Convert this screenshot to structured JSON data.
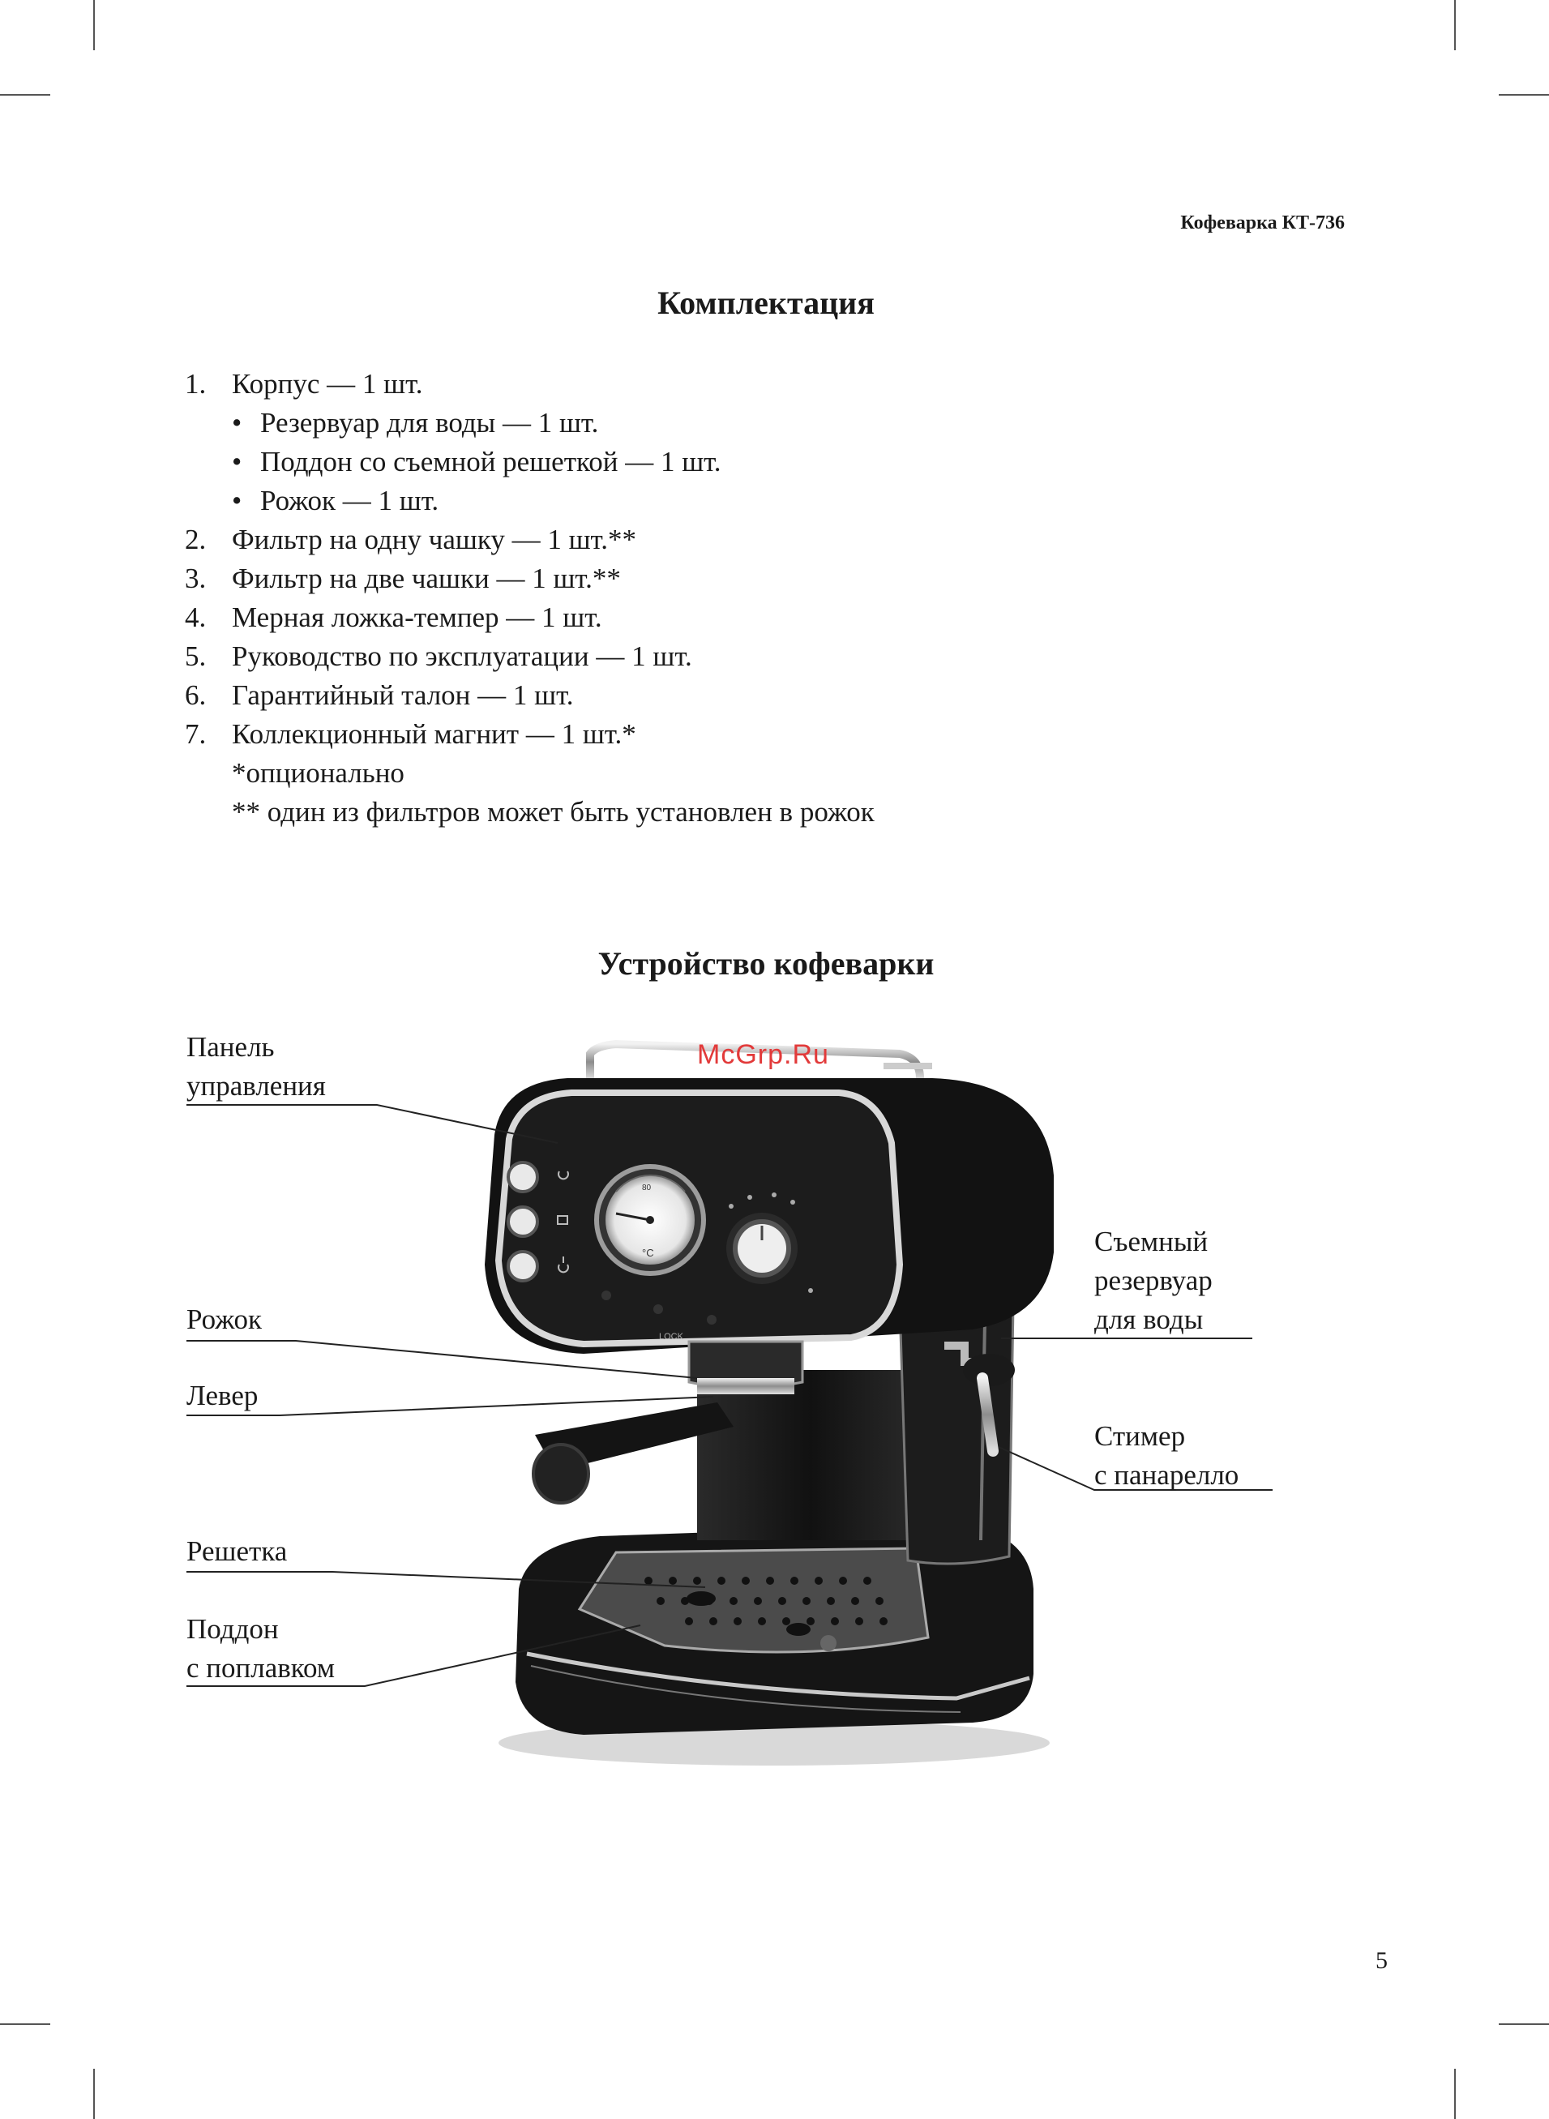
{
  "header": {
    "title": "Кофеварка КТ-736"
  },
  "sections": {
    "contents_title": "Комплектация",
    "device_title": "Устройство кофеварки"
  },
  "contents": {
    "items": [
      {
        "num": "1.",
        "text": "Корпус — 1 шт."
      },
      {
        "bullet": "•",
        "text": "Резервуар для воды — 1 шт."
      },
      {
        "bullet": "•",
        "text": "Поддон со съемной решеткой — 1 шт."
      },
      {
        "bullet": "•",
        "text": "Рожок — 1 шт."
      },
      {
        "num": "2.",
        "text": "Фильтр на одну чашку — 1 шт.**"
      },
      {
        "num": "3.",
        "text": "Фильтр на две чашки — 1 шт.**"
      },
      {
        "num": "4.",
        "text": "Мерная ложка-темпер — 1 шт."
      },
      {
        "num": "5.",
        "text": "Руководство по эксплуатации — 1 шт."
      },
      {
        "num": "6.",
        "text": "Гарантийный талон — 1 шт."
      },
      {
        "num": "7.",
        "text": "Коллекционный магнит — 1 шт.*"
      }
    ],
    "notes": [
      "*опционально",
      "** один из фильтров может быть установлен в рожок"
    ]
  },
  "diagram": {
    "labels": {
      "panel_line1": "Панель",
      "panel_line2": "управления",
      "holder": "Рожок",
      "lever": "Левер",
      "grid": "Решетка",
      "tray_line1": "Поддон",
      "tray_line2": "с поплавком",
      "tank_line1": "Съемный",
      "tank_line2": "резервуар",
      "tank_line3": "для воды",
      "steamer_line1": "Стимер",
      "steamer_line2": "с панарелло"
    },
    "machine": {
      "gauge_unit": "°C",
      "gauge_tick": "80",
      "lock_text": "LOCK"
    }
  },
  "watermark": "McGrp.Ru",
  "page_number": "5"
}
